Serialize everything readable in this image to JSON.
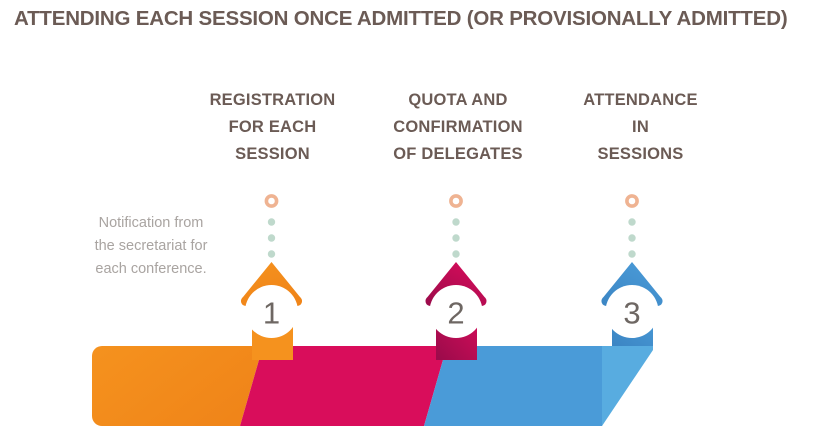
{
  "title": "ATTENDING EACH SESSION ONCE ADMITTED (OR PROVISIONALLY ADMITTED)",
  "side_note": {
    "line1": "Notification from",
    "line2": "the secretariat for",
    "line3": "each conference."
  },
  "steps": [
    {
      "number": "1",
      "header_line1": "REGISTRATION",
      "header_line2": "FOR EACH",
      "header_line3": "SESSION",
      "color": "#F5921E",
      "color_dark": "#F08519",
      "ring_color": "#EFB392",
      "dot_color": "#BFD9CC"
    },
    {
      "number": "2",
      "header_line1": "QUOTA AND",
      "header_line2": "CONFIRMATION",
      "header_line3": "OF DELEGATES",
      "color": "#D90D5B",
      "color_dark": "#9C0B4B",
      "ring_color": "#EFB392",
      "dot_color": "#BFD9CC"
    },
    {
      "number": "3",
      "header_line1": "ATTENDANCE",
      "header_line2": "IN",
      "header_line3": "SESSIONS",
      "color": "#4A9BD8",
      "color_dark": "#3C86C4",
      "ring_color": "#EFB392",
      "dot_color": "#BFD9CC"
    }
  ],
  "ribbon": {
    "segment_1_color": "#F5921E",
    "segment_2_color": "#D90D5B",
    "segment_3_color": "#4A9BD8",
    "segment_3_tail_color": "#58ACE0"
  },
  "theme": {
    "title_color": "#6b5b55",
    "header_color": "#6b5b55",
    "note_color": "#a9a4a1",
    "number_color": "#6e6763",
    "background": "#ffffff"
  }
}
